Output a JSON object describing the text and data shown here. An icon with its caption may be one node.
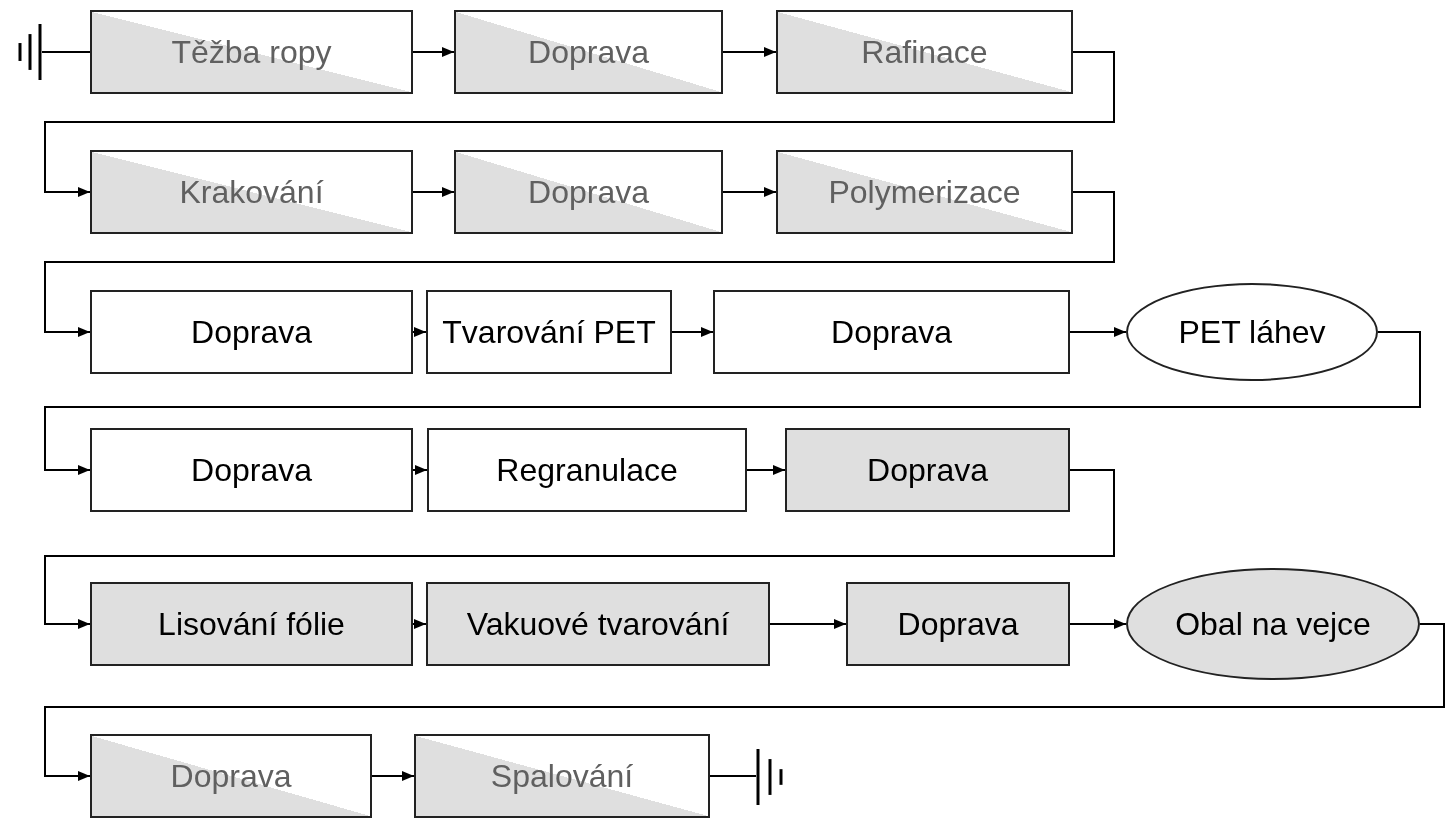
{
  "diagram": {
    "nodes": [
      {
        "text": [],
        "shape": "ground"
      },
      {
        "text": [
          "Těžba ropy"
        ]
      },
      {
        "text": [
          "Doprava"
        ]
      },
      {
        "text": [
          "Rafinace"
        ]
      },
      {
        "text": [
          "Krakování"
        ]
      },
      {
        "text": [
          "Doprava"
        ]
      },
      {
        "text": [
          "Polymerizace"
        ]
      },
      {
        "text": [
          "Doprava"
        ]
      },
      {
        "text": [
          "Tvarování PET"
        ]
      },
      {
        "text": [
          "Doprava"
        ]
      },
      {
        "text": [
          "PET láhev"
        ]
      },
      {
        "text": [
          "Doprava"
        ]
      },
      {
        "text": [
          "Regranulace"
        ]
      },
      {
        "text": [
          "Doprava"
        ]
      },
      {
        "text": [
          "Lisování fólie"
        ]
      },
      {
        "text": [
          "Vakuové tvarování"
        ]
      },
      {
        "text": [
          "Doprava"
        ]
      },
      {
        "text": [
          "Obal na vejce"
        ]
      },
      {
        "text": [
          "Doprava"
        ]
      },
      {
        "text": [
          "Spalování"
        ]
      },
      {
        "text": [],
        "shape": "ground"
      }
    ],
    "edges": [
      {
        "from": 0,
        "to": 1,
        "arrow": "none"
      },
      {
        "from": 1,
        "to": 2,
        "arrow": "to"
      },
      {
        "from": 2,
        "to": 3,
        "arrow": "to"
      },
      {
        "from": 3,
        "to": 4,
        "arrow": "to"
      },
      {
        "from": 4,
        "to": 5,
        "arrow": "to"
      },
      {
        "from": 5,
        "to": 6,
        "arrow": "to"
      },
      {
        "from": 6,
        "to": 7,
        "arrow": "to"
      },
      {
        "from": 7,
        "to": 8,
        "arrow": "to"
      },
      {
        "from": 8,
        "to": 9,
        "arrow": "to"
      },
      {
        "from": 9,
        "to": 10,
        "arrow": "to"
      },
      {
        "from": 10,
        "to": 11,
        "arrow": "to"
      },
      {
        "from": 11,
        "to": 12,
        "arrow": "to"
      },
      {
        "from": 12,
        "to": 13,
        "arrow": "to"
      },
      {
        "from": 13,
        "to": 14,
        "arrow": "to"
      },
      {
        "from": 14,
        "to": 15,
        "arrow": "to"
      },
      {
        "from": 15,
        "to": 16,
        "arrow": "to"
      },
      {
        "from": 16,
        "to": 17,
        "arrow": "to"
      },
      {
        "from": 17,
        "to": 18,
        "arrow": "to"
      },
      {
        "from": 18,
        "to": 19,
        "arrow": "to"
      },
      {
        "from": 19,
        "to": 20,
        "arrow": "none"
      }
    ]
  }
}
